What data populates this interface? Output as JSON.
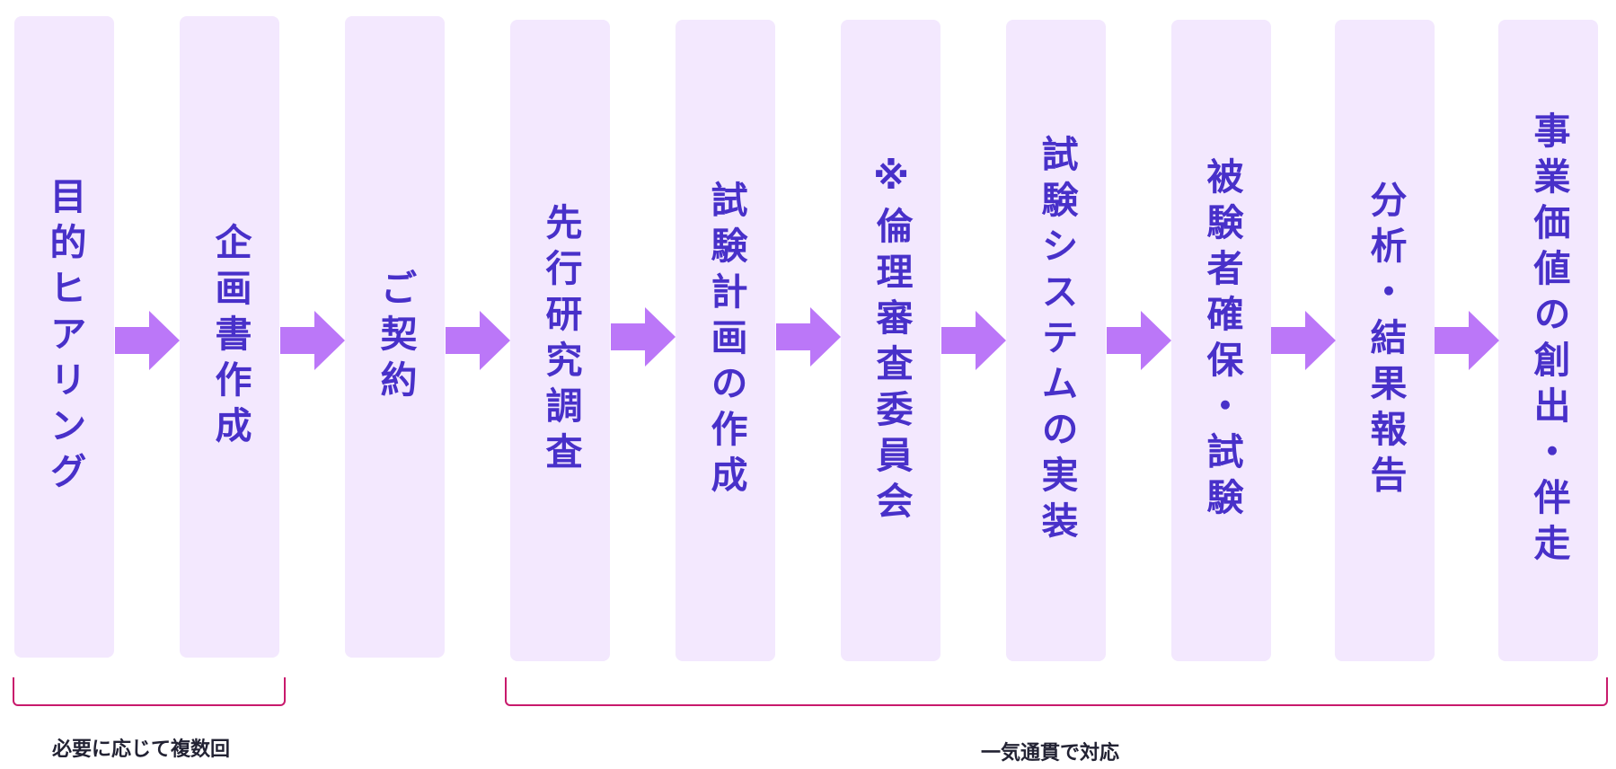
{
  "steps": [
    "目的ヒアリング",
    "企画書作成",
    "ご契約",
    "先行研究調査",
    "試験計画の作成",
    "※倫理審査委員会",
    "試験システムの実装",
    "被験者確保・試験",
    "分析・結果報告",
    "事業価値の創出・伴走"
  ],
  "groups": {
    "left": "必要に応じて複数回",
    "right": "一気通貫で対応"
  },
  "colors": {
    "box": "#f3e8fe",
    "text": "#4830c9",
    "arrow": "#bb77f8",
    "bracket": "#c81a6c"
  }
}
